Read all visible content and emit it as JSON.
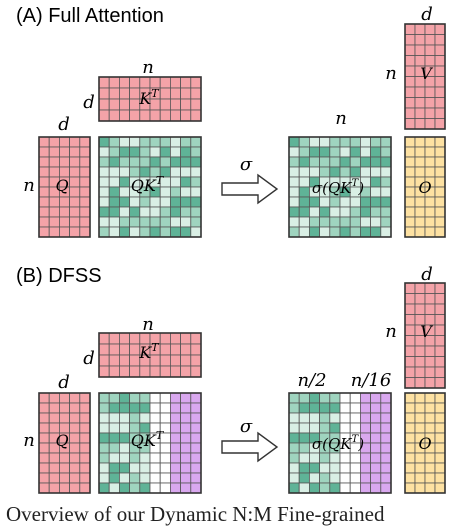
{
  "section_a": {
    "title": "(A) Full Attention",
    "k_label": "K^T",
    "q_label": "Q",
    "qk_label": "QK^T",
    "sigma_label": "σ(QK^T)",
    "v_label": "V",
    "o_label": "O",
    "dim_n": "n",
    "dim_d": "d",
    "arrow_label": "σ"
  },
  "section_b": {
    "title_prefix": "(B) ",
    "title_name": "DFSS",
    "k_label": "K^T",
    "q_label": "Q",
    "qk_label": "QK^T",
    "sigma_label": "σ(QK^T)",
    "v_label": "V",
    "o_label": "O",
    "dim_n": "n",
    "dim_d": "d",
    "dim_n_half": "n/2",
    "dim_n_16": "n/16",
    "arrow_label": "σ"
  },
  "caption": "Overview of our Dynamic N:M Fine-grained",
  "colors": {
    "pink": "#f4a3a8",
    "green_dark": "#5fb397",
    "green_mid": "#9fd4bf",
    "green_light": "#d9efe5",
    "purple": "#d9a8ef",
    "yellow": "#fde1a2",
    "grid_line": "#555555"
  }
}
